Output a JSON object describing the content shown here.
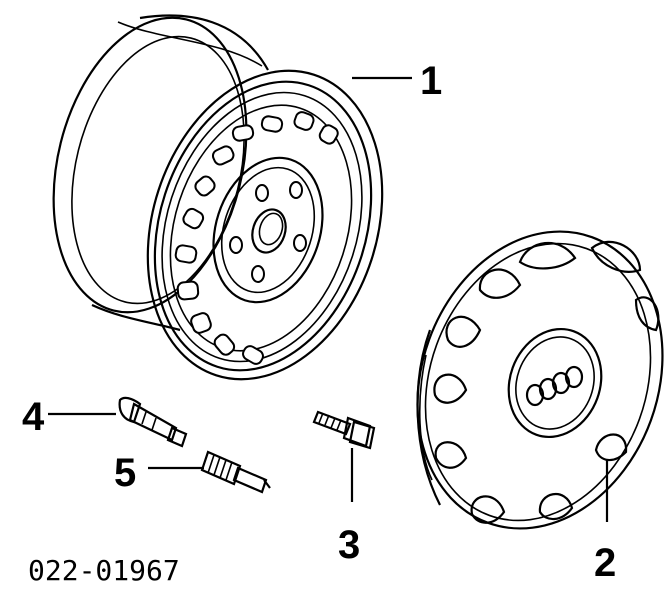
{
  "callouts": {
    "c1": "1",
    "c2": "2",
    "c3": "3",
    "c4": "4",
    "c5": "5"
  },
  "part_number": "022-01967",
  "colors": {
    "ink": "#000000",
    "paper": "#ffffff"
  }
}
